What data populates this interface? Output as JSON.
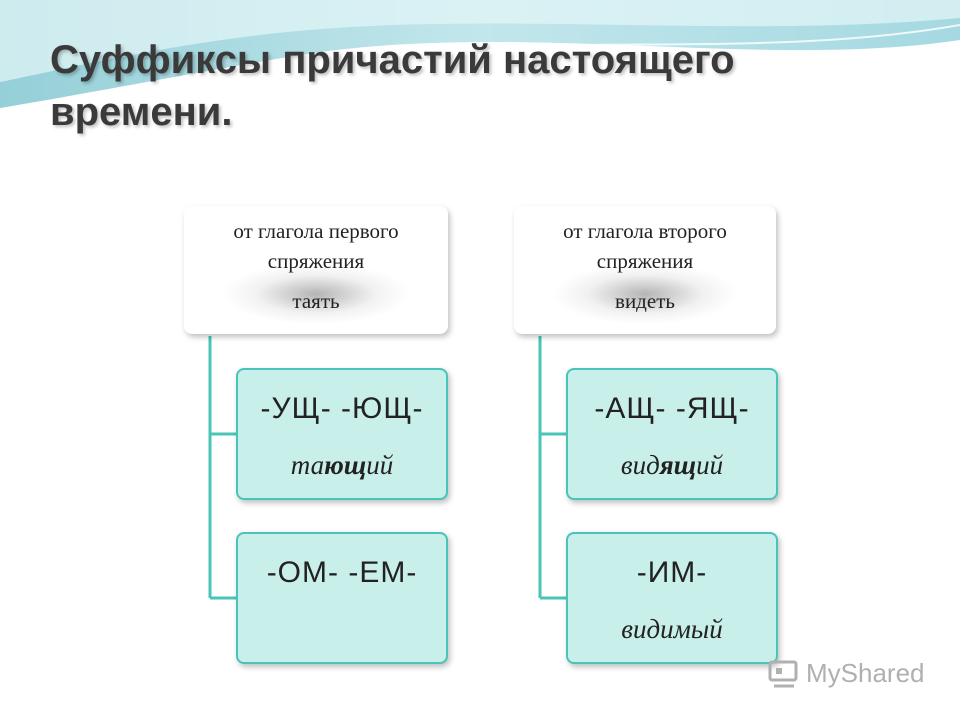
{
  "slide": {
    "title": "Суффиксы причастий настоящего времени."
  },
  "columns": [
    {
      "header": "от глагола первого спряжения",
      "verb": "таять",
      "children": [
        {
          "suffix": "-УЩ- -ЮЩ-",
          "example_prefix": "та",
          "example_bold": "ющ",
          "example_suffix": "ий"
        },
        {
          "suffix": "-ОМ- -ЕМ-",
          "example_prefix": "",
          "example_bold": "",
          "example_suffix": ""
        }
      ]
    },
    {
      "header": "от глагола второго спряжения",
      "verb": "видеть",
      "children": [
        {
          "suffix": "-АЩ- -ЯЩ-",
          "example_prefix": "вид",
          "example_bold": "ящ",
          "example_suffix": "ий"
        },
        {
          "suffix": "-ИМ-",
          "example_prefix": "видимый",
          "example_bold": "",
          "example_suffix": ""
        }
      ]
    }
  ],
  "watermark": {
    "text": "MyShared"
  },
  "colors": {
    "connector": "#49c4b8",
    "child_fill": "#c8efe9",
    "child_border": "#49c4b8",
    "title": "#3a3a3a"
  }
}
